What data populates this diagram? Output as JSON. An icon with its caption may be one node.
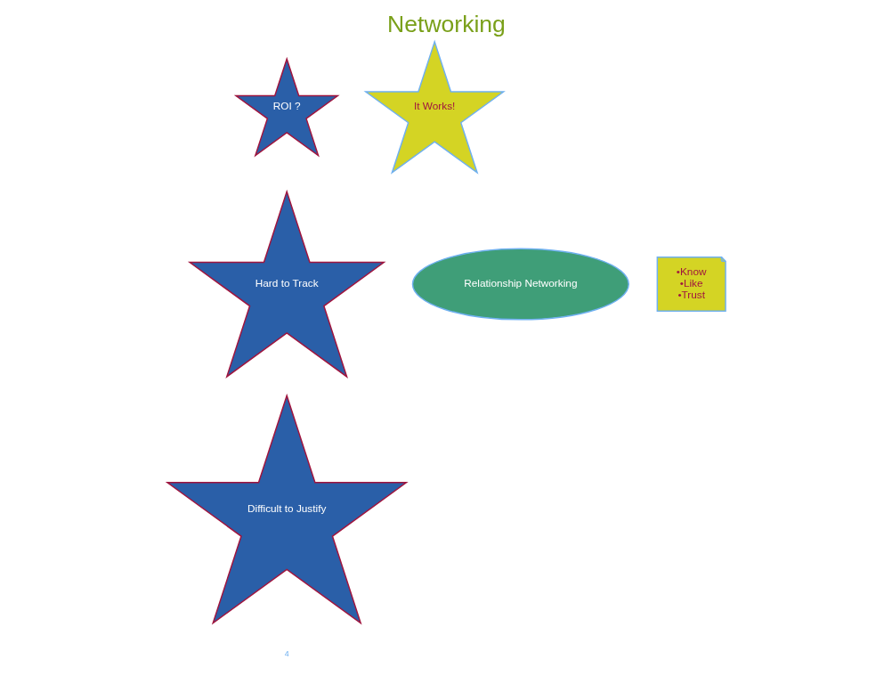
{
  "diagram": {
    "title": "Networking",
    "nodes": [
      {
        "text": [
          "ROI ?"
        ]
      },
      {
        "text": [
          "It Works!"
        ]
      },
      {
        "text": [
          "Hard to Track"
        ]
      },
      {
        "text": [
          "Relationship Networking"
        ]
      },
      {
        "text": [
          "•Know",
          "•Like",
          "•Trust"
        ]
      },
      {
        "text": [
          "Difficult to Justify"
        ]
      }
    ],
    "labels": [
      "4"
    ]
  }
}
